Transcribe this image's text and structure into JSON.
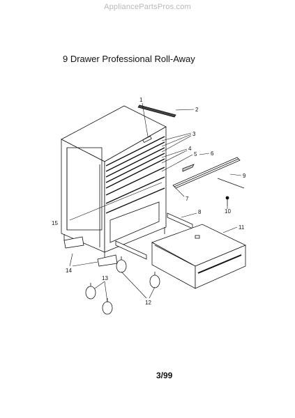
{
  "watermark": "AppliancePartsPros.com",
  "title": "9 Drawer Professional Roll-Away",
  "footer": "3/99",
  "callouts": {
    "c1": "1",
    "c2": "2",
    "c3": "3",
    "c4": "4",
    "c5": "5",
    "c6": "6",
    "c7": "7",
    "c8": "8",
    "c9": "9",
    "c10": "10",
    "c11": "11",
    "c12": "12",
    "c13": "13",
    "c14": "14",
    "c15": "15"
  }
}
